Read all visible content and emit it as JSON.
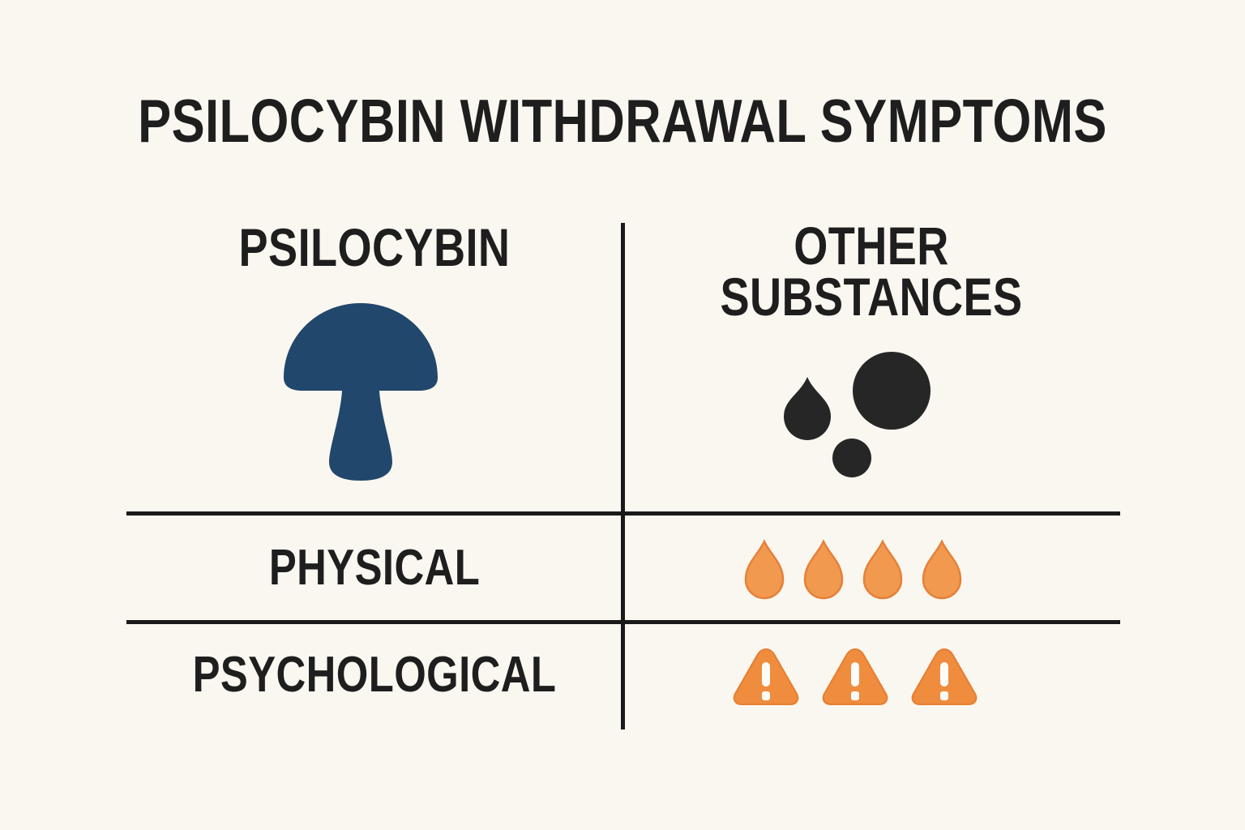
{
  "title": "PSILOCYBIN WITHDRAWAL SYMPTOMS",
  "columns": {
    "left": {
      "label": "PSILOCYBIN",
      "icon": "mushroom-icon"
    },
    "right": {
      "label": "OTHER\nSUBSTANCES",
      "icon": "pills-and-drop-icon"
    }
  },
  "rows": [
    {
      "label": "PHYSICAL",
      "psilocybin_icon_count": 0,
      "other_substances_icon_count": 4,
      "severity_icon": "droplet-icon"
    },
    {
      "label": "PSYCHOLOGICAL",
      "psilocybin_icon_count": 0,
      "other_substances_icon_count": 3,
      "severity_icon": "warning-triangle-icon"
    }
  ],
  "colors": {
    "background": "#FAF7F0",
    "text": "#1E1E1E",
    "grid_line": "#1A1A1A",
    "mushroom_navy": "#21476C",
    "substances_dark": "#262626",
    "accent_orange": "#F0994F",
    "accent_orange_border": "#E5813A",
    "triangle_orange": "#EF8C3E"
  }
}
